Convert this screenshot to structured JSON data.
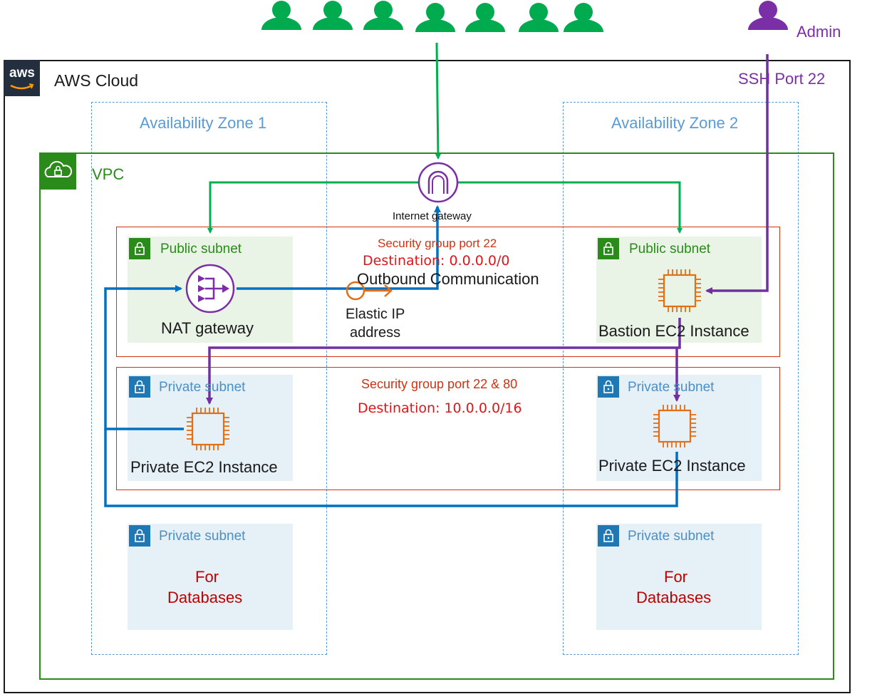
{
  "users": {
    "count": 7,
    "color": "#00aa4f"
  },
  "admin": {
    "label": "Admin",
    "color": "#7b2fa6"
  },
  "ssh_label": "SSH Port 22",
  "aws_cloud": {
    "logo_text": "aws",
    "label": "AWS Cloud"
  },
  "availability_zones": [
    {
      "label": "Availability Zone 1"
    },
    {
      "label": "Availability Zone 2"
    }
  ],
  "vpc": {
    "label": "VPC",
    "color": "#2a8a1a"
  },
  "internet_gateway": {
    "label": "Internet gateway"
  },
  "public_security_group": {
    "title": "Security group port 22",
    "destination": "Destination: 0.0.0.0/0",
    "note": "Outbound Communication"
  },
  "private_security_group": {
    "title": "Security group port 22 & 80",
    "destination": "Destination: 10.0.0.0/16"
  },
  "subnets": {
    "public_1": {
      "label": "Public subnet"
    },
    "public_2": {
      "label": "Public subnet"
    },
    "private_1": {
      "label": "Private subnet"
    },
    "private_2": {
      "label": "Private subnet"
    },
    "db_1": {
      "label": "Private subnet",
      "line1": "For",
      "line2": "Databases"
    },
    "db_2": {
      "label": "Private subnet",
      "line1": "For",
      "line2": "Databases"
    }
  },
  "nat_gateway": {
    "label": "NAT gateway"
  },
  "elastic_ip": {
    "line1": "Elastic IP",
    "line2": "address"
  },
  "bastion": {
    "label": "Bastion EC2 Instance"
  },
  "private_ec2_1": {
    "label": "Private EC2 Instance"
  },
  "private_ec2_2": {
    "label": "Private EC2 Instance"
  },
  "colors": {
    "green_flow": "#00b050",
    "blue_flow": "#0070c0",
    "purple_flow": "#7030a0",
    "security_group": "#d13212",
    "az_border": "#5a9bd5",
    "ec2_orange": "#e26e17"
  }
}
